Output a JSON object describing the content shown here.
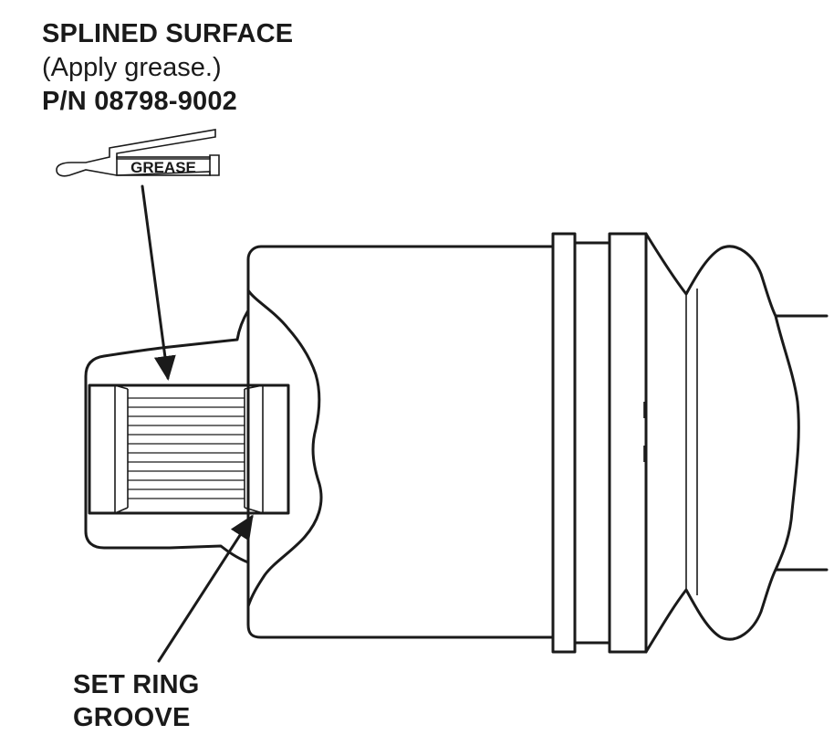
{
  "callouts": {
    "splined": {
      "title": "SPLINED SURFACE",
      "note": "(Apply grease.)",
      "part_number": "P/N 08798-9002"
    },
    "grease_tube": {
      "label": "GREASE",
      "icon": "grease-tube-icon"
    },
    "set_ring": {
      "line1": "SET RING",
      "line2": "GROOVE"
    }
  }
}
